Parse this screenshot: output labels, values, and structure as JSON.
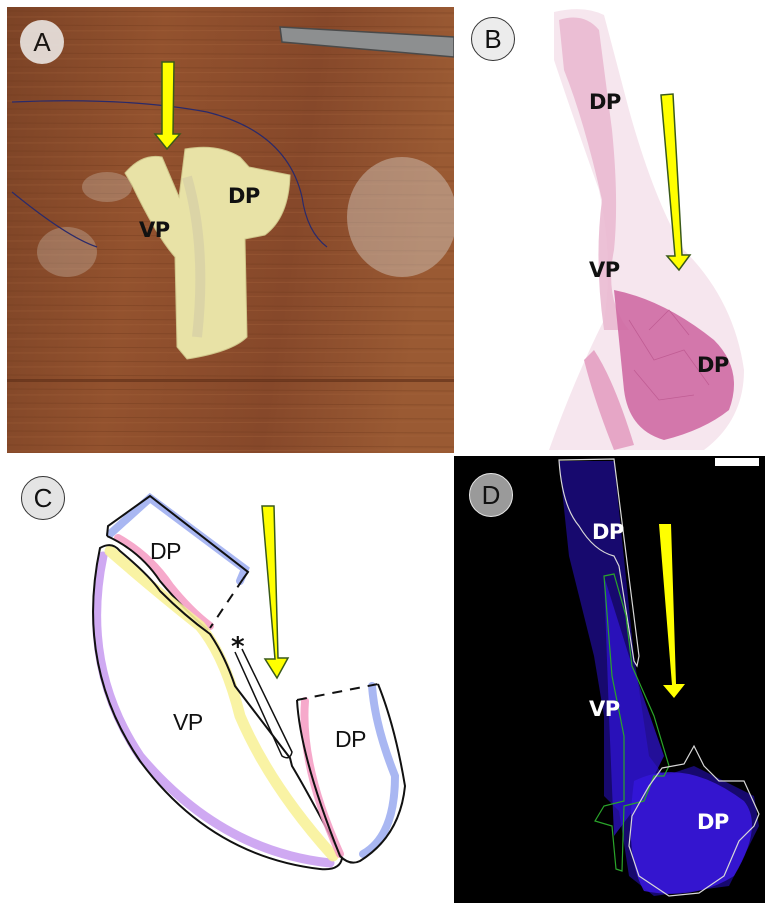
{
  "figure": {
    "panels": [
      {
        "id": "A",
        "badge": "A",
        "type": "gross-specimen-photo",
        "labels": {
          "vp": "VP",
          "dp": "DP"
        }
      },
      {
        "id": "B",
        "badge": "B",
        "type": "he-stained-histology",
        "labels": {
          "dp_top": "DP",
          "vp": "VP",
          "dp_bottom": "DP"
        }
      },
      {
        "id": "C",
        "badge": "C",
        "type": "schematic-diagram",
        "labels": {
          "dp_top": "DP",
          "vp": "VP",
          "dp_right": "DP",
          "asterisk": "*"
        }
      },
      {
        "id": "D",
        "badge": "D",
        "type": "fluorescence-image",
        "labels": {
          "dp_top": "DP",
          "vp": "VP",
          "dp_bottom": "DP"
        },
        "scale_bar": true
      }
    ],
    "colors": {
      "arrow_fill": "#ffff00",
      "arrow_stroke": "#3a5a1a",
      "dp_outer_edge": "#9aaaf0",
      "dp_inner_edge": "#f59ac2",
      "vp_outer_edge": "#c79af0",
      "vp_inner_edge": "#f8f29a",
      "he_stain": "#d77aa8",
      "fluor_blue": "#2a10d8",
      "vp_outline_fluor": "#2aa52a",
      "dp_outline_fluor": "#d8d8d8",
      "wood": "#8a4a28"
    }
  }
}
